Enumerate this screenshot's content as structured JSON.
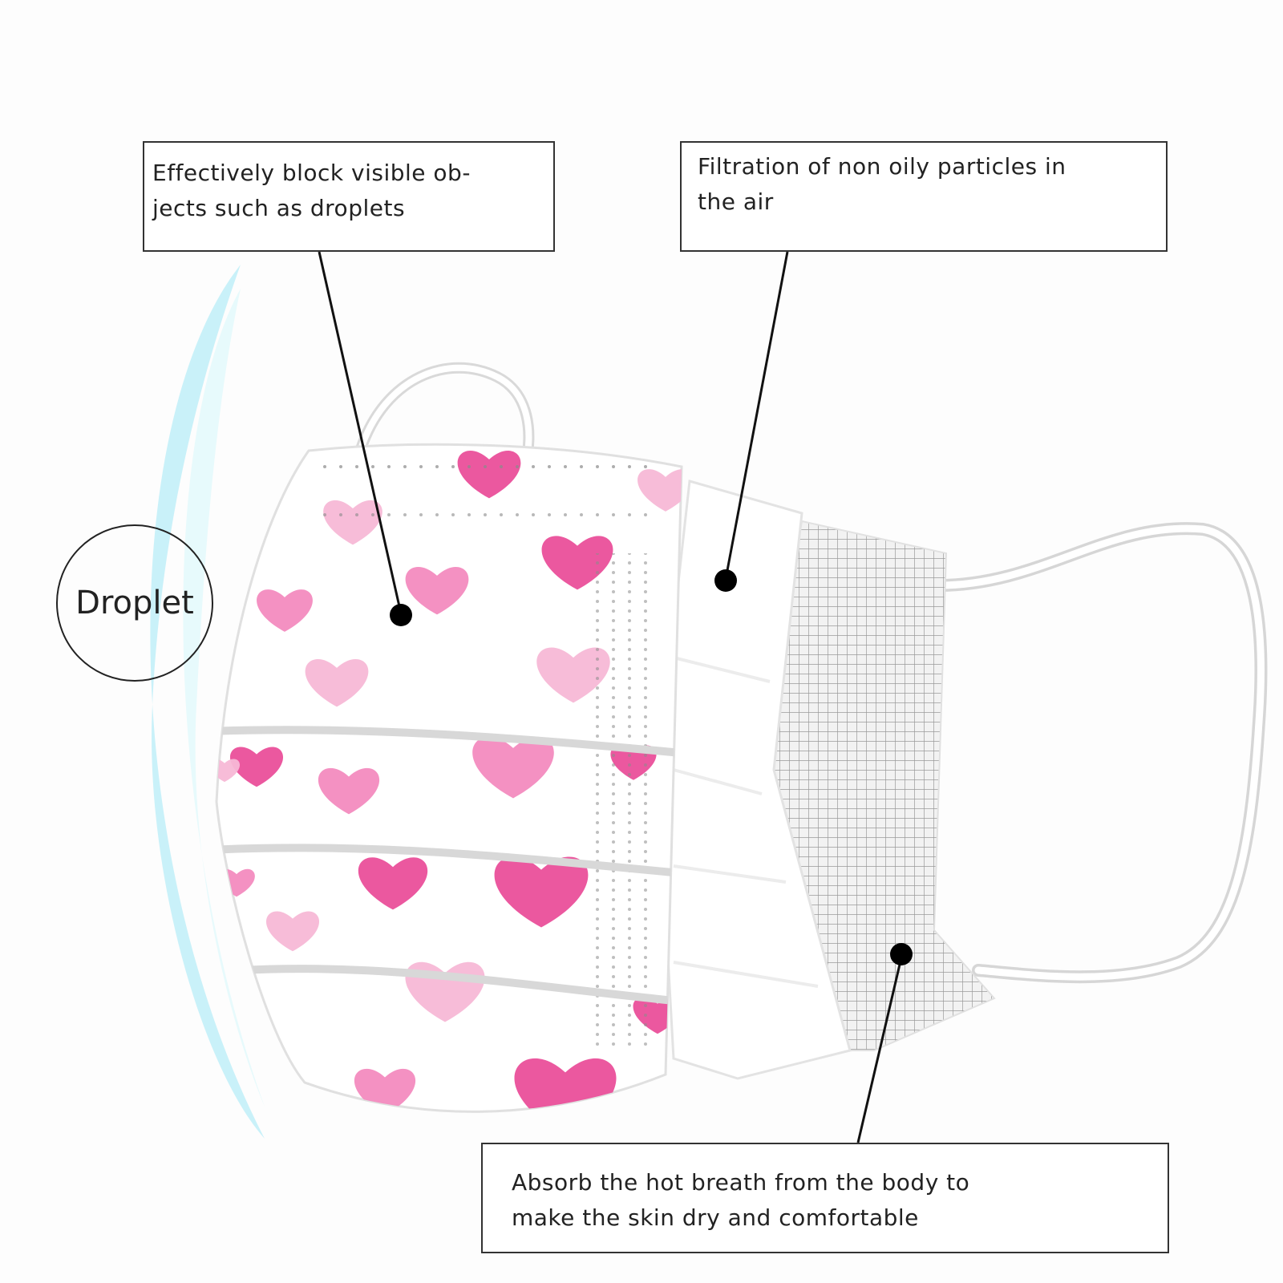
{
  "callouts": {
    "droplets": {
      "line1": "Effectively block visible ob-",
      "line2": "jects such as droplets"
    },
    "filtration": {
      "line1": "Filtration of non oily particles in",
      "line2": "the air"
    },
    "absorb": {
      "line1": "Absorb the hot breath from the body to",
      "line2": "make the skin dry and comfortable"
    }
  },
  "droplet_label": "Droplet",
  "colors": {
    "heart_dark": "#ea4f9a",
    "heart_mid": "#f38bbf",
    "heart_light": "#f7b8d6",
    "droplet_glow": "#9fe6f3",
    "inner_mesh": "#9a9a9a",
    "leader_line": "#111111"
  }
}
